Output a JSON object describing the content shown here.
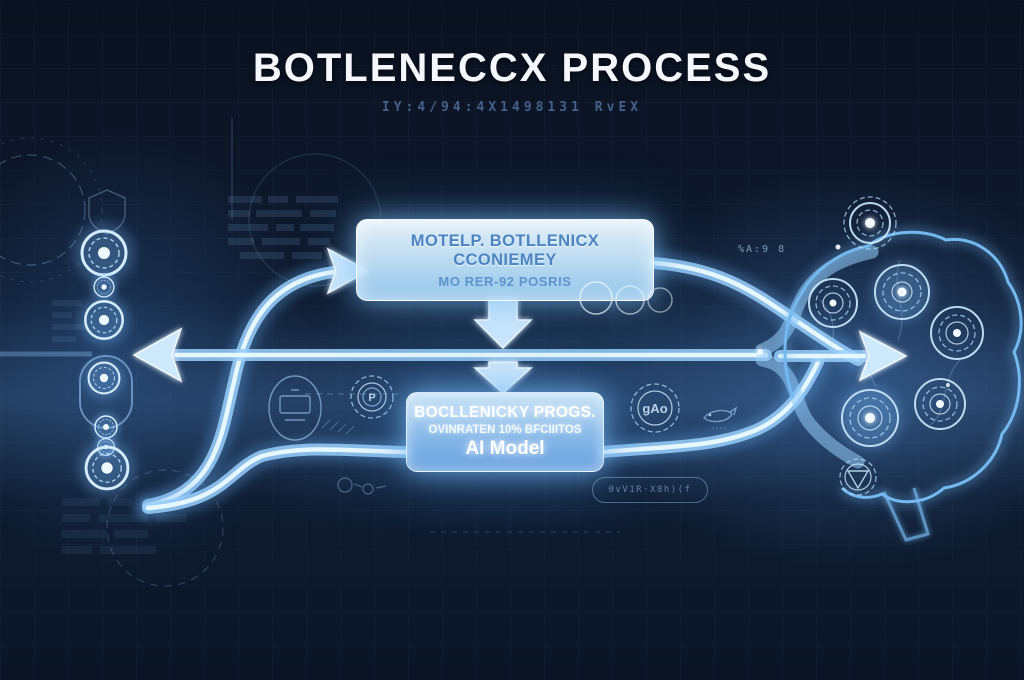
{
  "title": {
    "text": "BOTLENECCX PROCESS",
    "code_line": "IY:4/94:4X1498131 RvEX"
  },
  "boxes": {
    "top": {
      "line1": "MOTELP. BOTLLENICX CCONIEMEY",
      "line2": "MO RER-92 POSRIS"
    },
    "bottom": {
      "line1": "BOCLLENICKY PROGS.",
      "line2": "OVINRATEN 10% BFCIIITOS",
      "line3": "AI Model"
    }
  },
  "annotations": {
    "glyph_row": "%A:9 8",
    "pill_label": "0vV1R·X8h)(f",
    "emblem_p_letter": "P",
    "emblem_gao_letters": "gAo"
  },
  "colors": {
    "background": "#0b1322",
    "accent_blue": "#8fd0f8",
    "glow_core": "#e8f7ff",
    "box_top_text": "#4a84c2",
    "box_bottom_fill": "#7ab4e8",
    "title_text": "#f4f8fc"
  },
  "diagram": {
    "type": "flowchart",
    "parts": [
      "left-node-column",
      "top-process-box",
      "main-horizontal-line",
      "ai-model-box",
      "brain"
    ],
    "left_column_node_count": 7,
    "flow": [
      "left-node-column -> top-process-box (curved branch, right arrow)",
      "top-process-box -> main-horizontal-line (down arrow)",
      "main-horizontal-line -> left-node-column (left arrow)",
      "main-horizontal-line -> ai-model-box (down arrow)",
      "ai-model-box -> brain (lower band)",
      "top-process-box -> brain (upper band)",
      "main-horizontal-line -> brain (right arrow)"
    ]
  }
}
